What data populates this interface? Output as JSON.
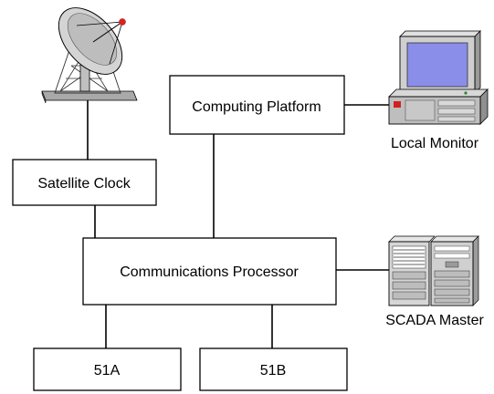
{
  "nodes": {
    "satellite_clock": "Satellite Clock",
    "computing_platform": "Computing Platform",
    "communications_processor": "Communications Processor",
    "relay_51a": "51A",
    "relay_51b": "51B",
    "local_monitor": "Local Monitor",
    "scada_master": "SCADA Master"
  },
  "icons": {
    "satellite": "satellite-dish-icon",
    "monitor": "desktop-computer-icon",
    "server": "server-rack-icon"
  },
  "colors": {
    "line": "#000000",
    "screen": "#8a8ee8",
    "dish_tip": "#e02020",
    "panel_red": "#d02020"
  }
}
